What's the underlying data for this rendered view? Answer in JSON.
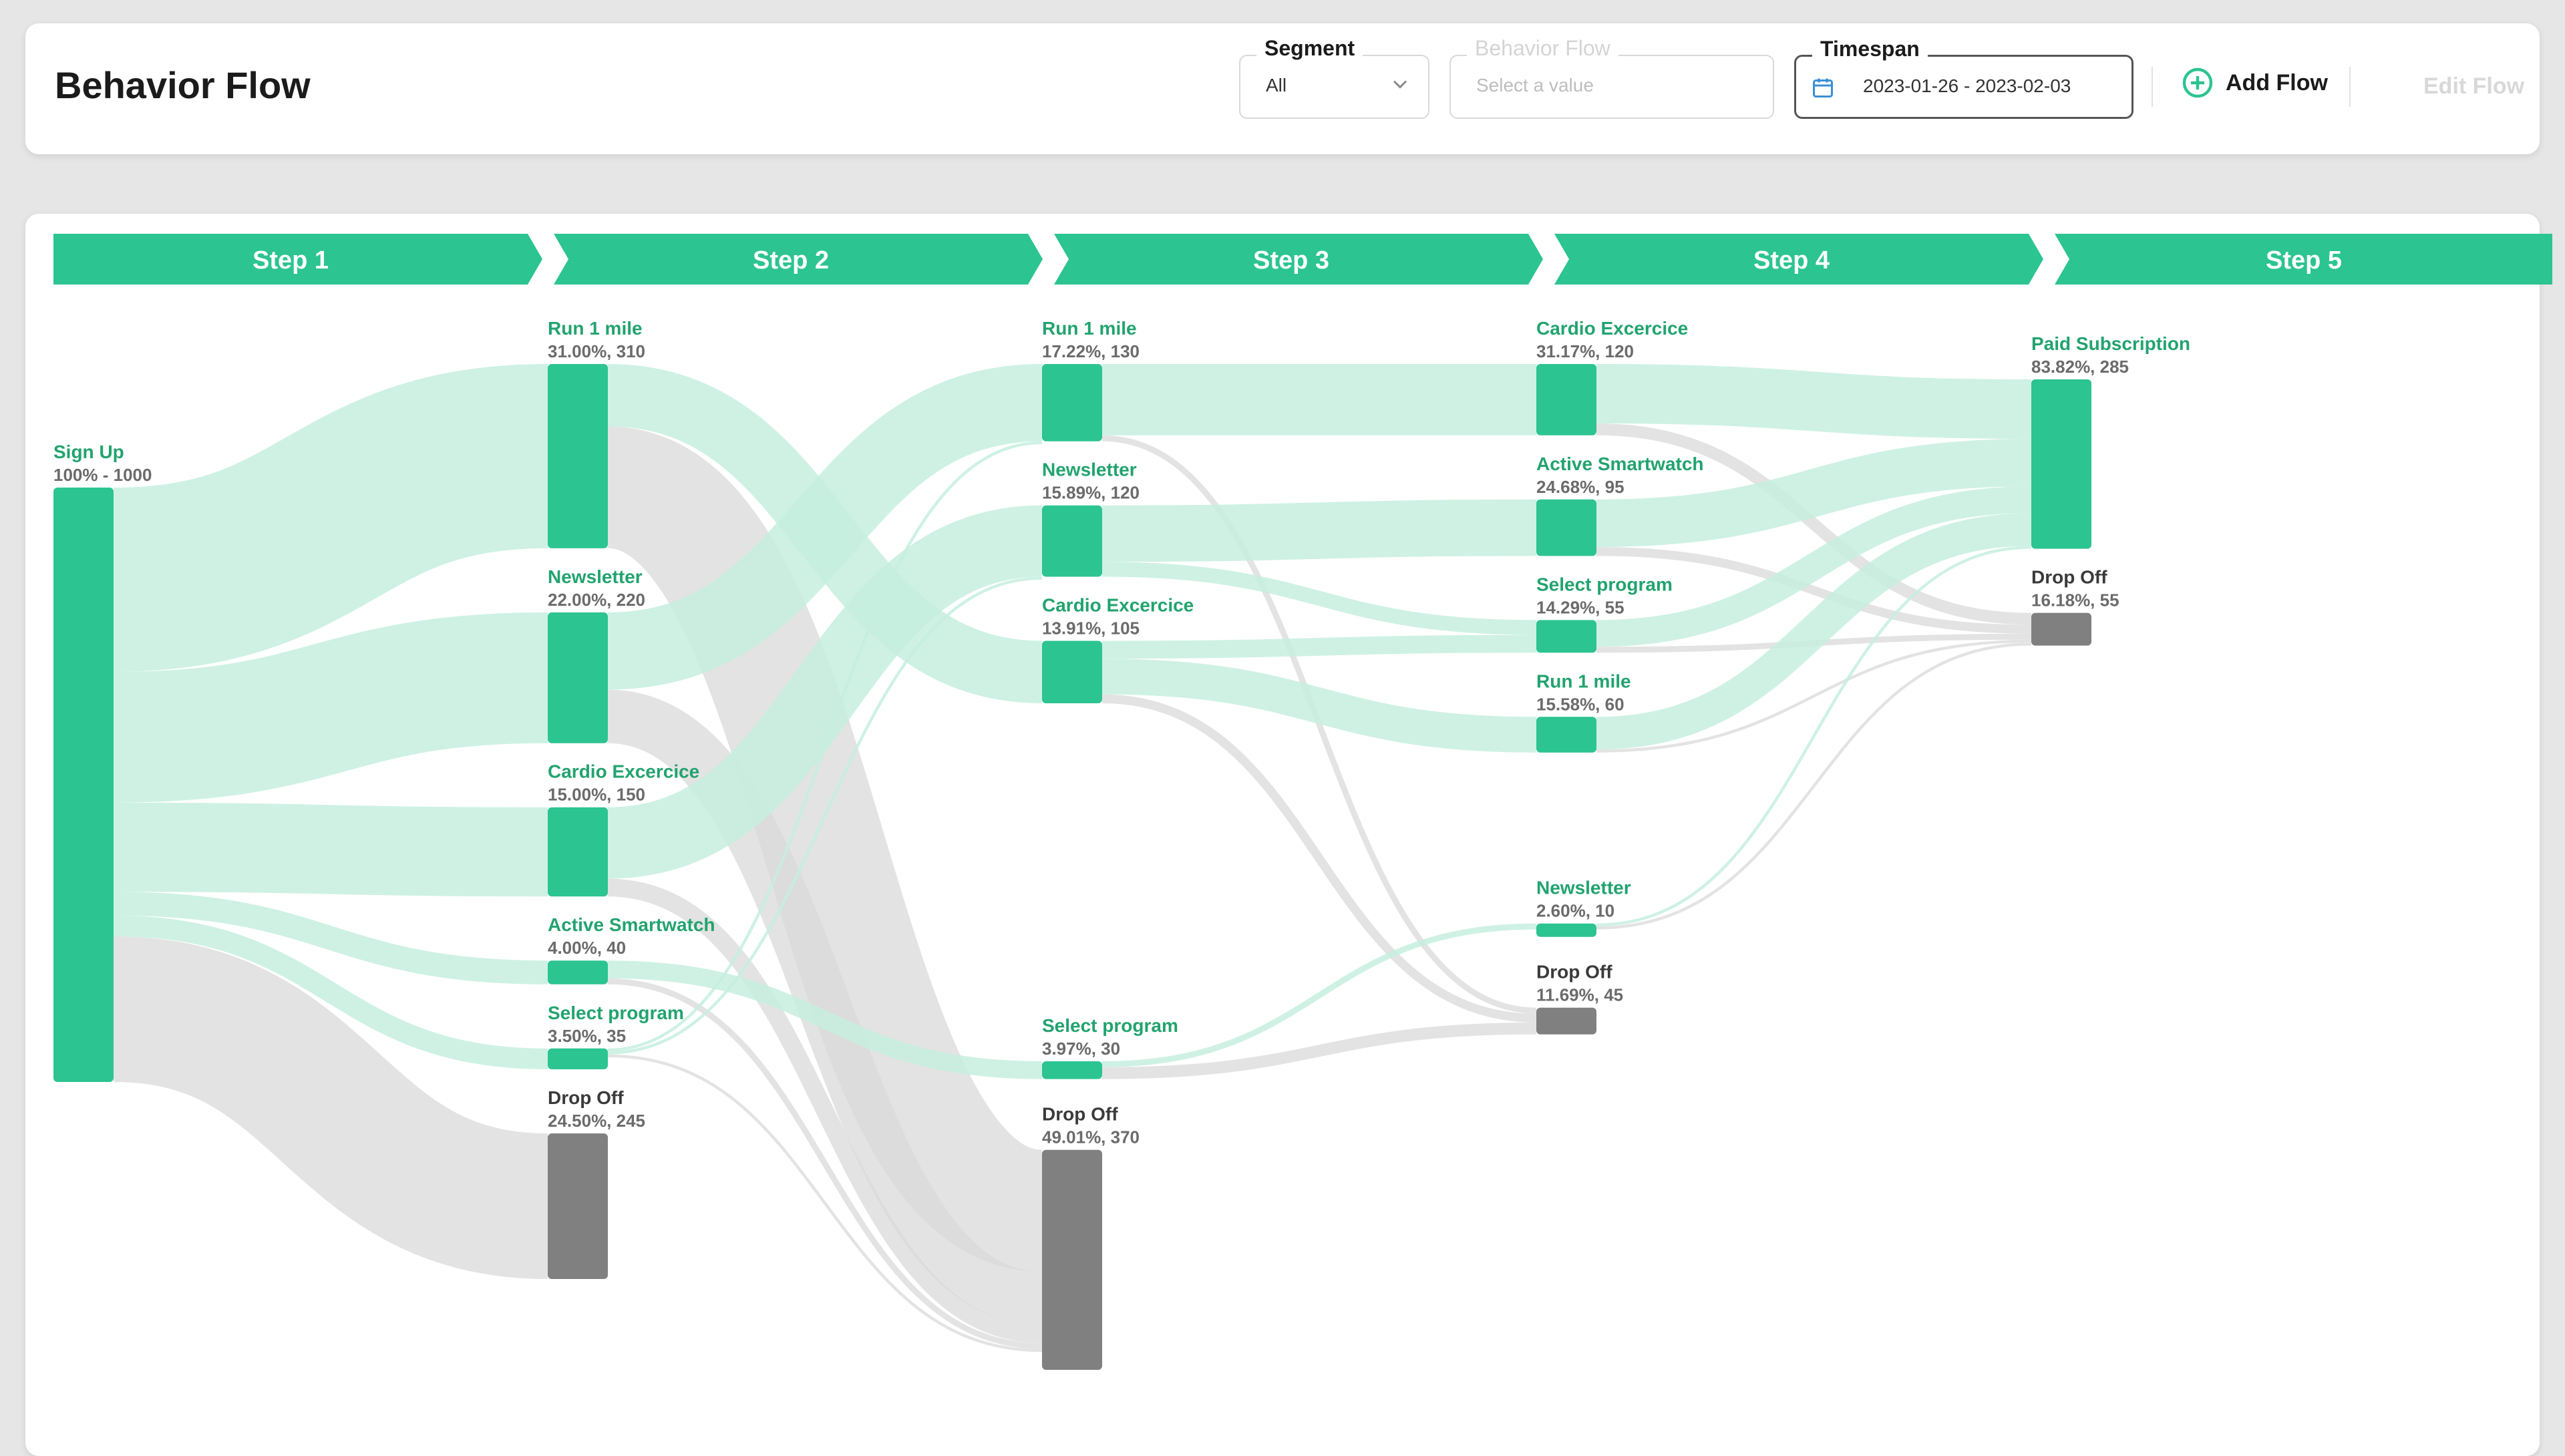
{
  "header": {
    "title": "Behavior Flow",
    "segment": {
      "label": "Segment",
      "value": "All"
    },
    "behavior_flow": {
      "label": "Behavior Flow",
      "placeholder": "Select a value"
    },
    "timespan": {
      "label": "Timespan",
      "value": "2023-01-26 - 2023-02-03"
    },
    "add_flow": "Add Flow",
    "edit_flow": "Edit Flow"
  },
  "colors": {
    "accent": "#2cc491",
    "link": "#c6eedf",
    "drop": "#808080",
    "drop_link": "#d9d9d9",
    "label_green": "#22a36f"
  },
  "steps": [
    "Step 1",
    "Step 2",
    "Step 3",
    "Step 4",
    "Step 5"
  ],
  "chart_data": {
    "type": "sankey",
    "nodes": [
      {
        "id": "s1_signup",
        "step": 1,
        "name": "Sign Up",
        "stat": "100% - 1000",
        "value": 1000,
        "drop": false
      },
      {
        "id": "s2_run",
        "step": 2,
        "name": "Run 1 mile",
        "stat": "31.00%, 310",
        "value": 310,
        "drop": false
      },
      {
        "id": "s2_news",
        "step": 2,
        "name": "Newsletter",
        "stat": "22.00%, 220",
        "value": 220,
        "drop": false
      },
      {
        "id": "s2_cardio",
        "step": 2,
        "name": "Cardio Excercice",
        "stat": "15.00%, 150",
        "value": 150,
        "drop": false
      },
      {
        "id": "s2_watch",
        "step": 2,
        "name": "Active Smartwatch",
        "stat": "4.00%, 40",
        "value": 40,
        "drop": false
      },
      {
        "id": "s2_select",
        "step": 2,
        "name": "Select program",
        "stat": "3.50%, 35",
        "value": 35,
        "drop": false
      },
      {
        "id": "s2_drop",
        "step": 2,
        "name": "Drop Off",
        "stat": "24.50%, 245",
        "value": 245,
        "drop": true
      },
      {
        "id": "s3_run",
        "step": 3,
        "name": "Run 1 mile",
        "stat": "17.22%, 130",
        "value": 130,
        "drop": false
      },
      {
        "id": "s3_news",
        "step": 3,
        "name": "Newsletter",
        "stat": "15.89%, 120",
        "value": 120,
        "drop": false
      },
      {
        "id": "s3_cardio",
        "step": 3,
        "name": "Cardio Excercice",
        "stat": "13.91%, 105",
        "value": 105,
        "drop": false
      },
      {
        "id": "s3_select",
        "step": 3,
        "name": "Select program",
        "stat": "3.97%, 30",
        "value": 30,
        "drop": false
      },
      {
        "id": "s3_drop",
        "step": 3,
        "name": "Drop Off",
        "stat": "49.01%, 370",
        "value": 370,
        "drop": true
      },
      {
        "id": "s4_cardio",
        "step": 4,
        "name": "Cardio Excercice",
        "stat": "31.17%, 120",
        "value": 120,
        "drop": false
      },
      {
        "id": "s4_watch",
        "step": 4,
        "name": "Active Smartwatch",
        "stat": "24.68%, 95",
        "value": 95,
        "drop": false
      },
      {
        "id": "s4_select",
        "step": 4,
        "name": "Select program",
        "stat": "14.29%, 55",
        "value": 55,
        "drop": false
      },
      {
        "id": "s4_run",
        "step": 4,
        "name": "Run 1 mile",
        "stat": "15.58%, 60",
        "value": 60,
        "drop": false
      },
      {
        "id": "s4_news",
        "step": 4,
        "name": "Newsletter",
        "stat": "2.60%, 10",
        "value": 10,
        "drop": false
      },
      {
        "id": "s4_drop",
        "step": 4,
        "name": "Drop Off",
        "stat": "11.69%, 45",
        "value": 45,
        "drop": true
      },
      {
        "id": "s5_paid",
        "step": 5,
        "name": "Paid Subscription",
        "stat": "83.82%, 285",
        "value": 285,
        "drop": false
      },
      {
        "id": "s5_drop",
        "step": 5,
        "name": "Drop Off",
        "stat": "16.18%, 55",
        "value": 55,
        "drop": true
      }
    ],
    "links": [
      {
        "source": "s1_signup",
        "target": "s2_run",
        "value": 310
      },
      {
        "source": "s1_signup",
        "target": "s2_news",
        "value": 220
      },
      {
        "source": "s1_signup",
        "target": "s2_cardio",
        "value": 150
      },
      {
        "source": "s1_signup",
        "target": "s2_watch",
        "value": 40
      },
      {
        "source": "s1_signup",
        "target": "s2_select",
        "value": 35
      },
      {
        "source": "s1_signup",
        "target": "s2_drop",
        "value": 245
      },
      {
        "source": "s2_run",
        "target": "s3_cardio",
        "value": 105
      },
      {
        "source": "s2_run",
        "target": "s3_drop",
        "value": 205
      },
      {
        "source": "s2_news",
        "target": "s3_run",
        "value": 130
      },
      {
        "source": "s2_news",
        "target": "s3_drop",
        "value": 90
      },
      {
        "source": "s2_cardio",
        "target": "s3_news",
        "value": 120
      },
      {
        "source": "s2_cardio",
        "target": "s3_drop",
        "value": 30
      },
      {
        "source": "s2_watch",
        "target": "s3_select",
        "value": 30
      },
      {
        "source": "s2_watch",
        "target": "s3_drop",
        "value": 10
      },
      {
        "source": "s2_select",
        "target": "s3_run",
        "value": 5
      },
      {
        "source": "s2_select",
        "target": "s3_news",
        "value": 5
      },
      {
        "source": "s2_select",
        "target": "s3_drop",
        "value": 5
      },
      {
        "source": "s3_run",
        "target": "s4_cardio",
        "value": 120
      },
      {
        "source": "s3_run",
        "target": "s4_drop",
        "value": 10
      },
      {
        "source": "s3_news",
        "target": "s4_watch",
        "value": 95
      },
      {
        "source": "s3_news",
        "target": "s4_select",
        "value": 25
      },
      {
        "source": "s3_cardio",
        "target": "s4_select",
        "value": 30
      },
      {
        "source": "s3_cardio",
        "target": "s4_run",
        "value": 60
      },
      {
        "source": "s3_cardio",
        "target": "s4_drop",
        "value": 15
      },
      {
        "source": "s3_select",
        "target": "s4_news",
        "value": 10
      },
      {
        "source": "s3_select",
        "target": "s4_drop",
        "value": 20
      },
      {
        "source": "s4_cardio",
        "target": "s5_paid",
        "value": 100
      },
      {
        "source": "s4_cardio",
        "target": "s5_drop",
        "value": 20
      },
      {
        "source": "s4_watch",
        "target": "s5_paid",
        "value": 80
      },
      {
        "source": "s4_watch",
        "target": "s5_drop",
        "value": 15
      },
      {
        "source": "s4_select",
        "target": "s5_paid",
        "value": 45
      },
      {
        "source": "s4_select",
        "target": "s5_drop",
        "value": 10
      },
      {
        "source": "s4_run",
        "target": "s5_paid",
        "value": 55
      },
      {
        "source": "s4_run",
        "target": "s5_drop",
        "value": 5
      },
      {
        "source": "s4_news",
        "target": "s5_paid",
        "value": 5
      },
      {
        "source": "s4_news",
        "target": "s5_drop",
        "value": 5
      }
    ]
  }
}
